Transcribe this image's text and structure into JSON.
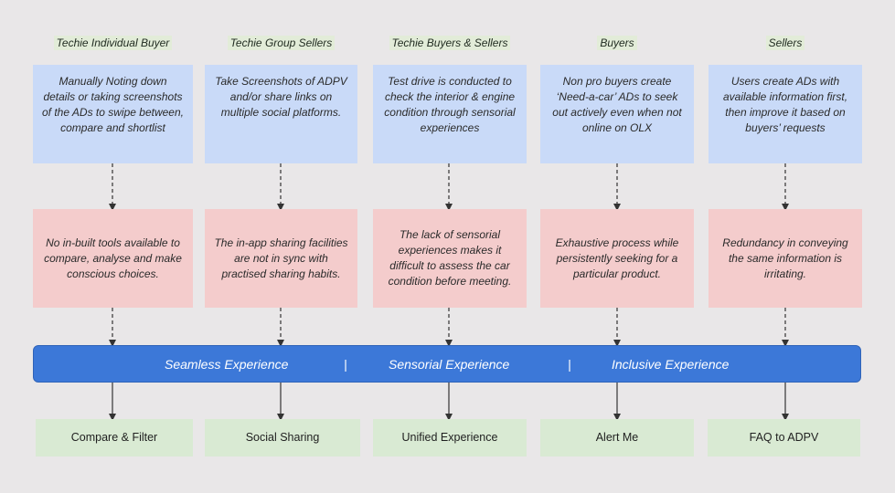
{
  "columns": [
    {
      "heading": "Techie Individual Buyer",
      "observation": "Manually Noting down details or taking screenshots of the ADs to swipe between, compare and shortlist",
      "pain_point": "No in-built tools available to compare, analyse and make conscious choices.",
      "feature": "Compare & Filter"
    },
    {
      "heading": "Techie Group Sellers",
      "observation": "Take Screenshots of ADPV and/or share links on multiple social platforms.",
      "pain_point": "The in-app sharing facilities are not in sync with practised sharing habits.",
      "feature": "Social Sharing"
    },
    {
      "heading": "Techie Buyers & Sellers",
      "observation": "Test drive is conducted to check the interior & engine condition through sensorial experiences",
      "pain_point": "The lack of sensorial experiences makes it difficult to assess the car condition before meeting.",
      "feature": "Unified Experience"
    },
    {
      "heading": "Buyers",
      "observation": "Non pro buyers create ‘Need-a-car’ ADs to seek out actively even when not online on OLX",
      "pain_point": "Exhaustive process while persistently seeking for a particular product.",
      "feature": "Alert Me"
    },
    {
      "heading": "Sellers",
      "observation": "Users create ADs with available information first, then improve it based on buyers’ requests",
      "pain_point": "Redundancy in conveying the same information is irritating.",
      "feature": "FAQ to ADPV"
    }
  ],
  "band": {
    "item1": "Seamless Experience",
    "sep1": "|",
    "item2": "Sensorial Experience",
    "sep2": "|",
    "item3": "Inclusive Experience"
  },
  "colors": {
    "background": "#e9e7e8",
    "observation_box": "#c9daf8",
    "pain_box": "#f4cccc",
    "feature_box": "#d9ead3",
    "band": "#3c78d8"
  }
}
